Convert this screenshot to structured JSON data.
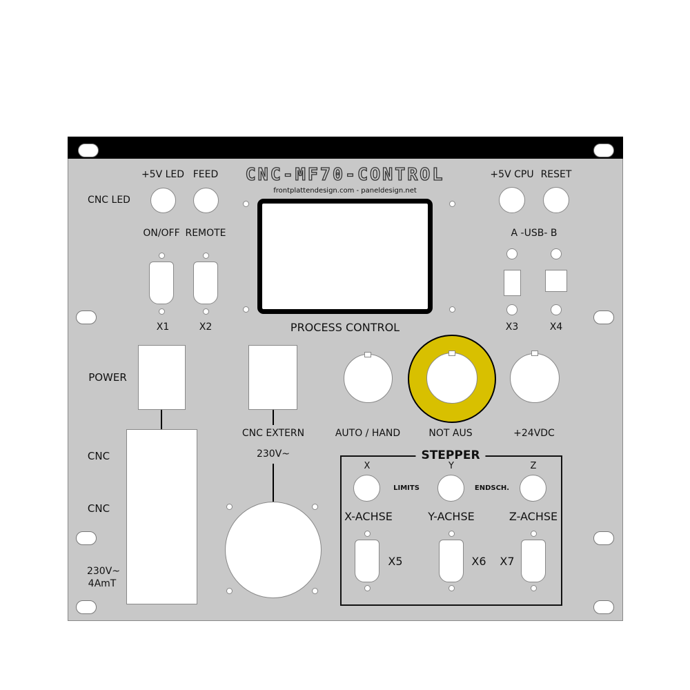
{
  "title": "CNC-MF70-CONTROL",
  "subtitle": "frontplattendesign.com - paneldesign.net",
  "labels": {
    "cnc_led": "CNC LED",
    "led5v": "+5V LED",
    "feed": "FEED",
    "cpu5v": "+5V CPU",
    "reset": "RESET",
    "onoff": "ON/OFF",
    "remote": "REMOTE",
    "usb": "A -USB- B",
    "x1": "X1",
    "x2": "X2",
    "x3": "X3",
    "x4": "X4",
    "process_control": "PROCESS CONTROL",
    "power": "POWER",
    "cnc1": "CNC",
    "cnc2": "CNC",
    "fuse1": "230V~",
    "fuse2": "4AmT",
    "cnc_extern": "CNC EXTERN",
    "v230": "230V~",
    "auto_hand": "AUTO / HAND",
    "not_aus": "NOT AUS",
    "v24": "+24VDC",
    "stepper": "STEPPER",
    "x": "X",
    "y": "Y",
    "z": "Z",
    "limits": "LIMITS",
    "endsch": "ENDSCH.",
    "x_achse": "X-ACHSE",
    "y_achse": "Y-ACHSE",
    "z_achse": "Z-ACHSE",
    "x5": "X5",
    "x6": "X6",
    "x7": "X7"
  },
  "colors": {
    "panel": "#c8c8c8",
    "emergency_ring": "#d8c000"
  }
}
